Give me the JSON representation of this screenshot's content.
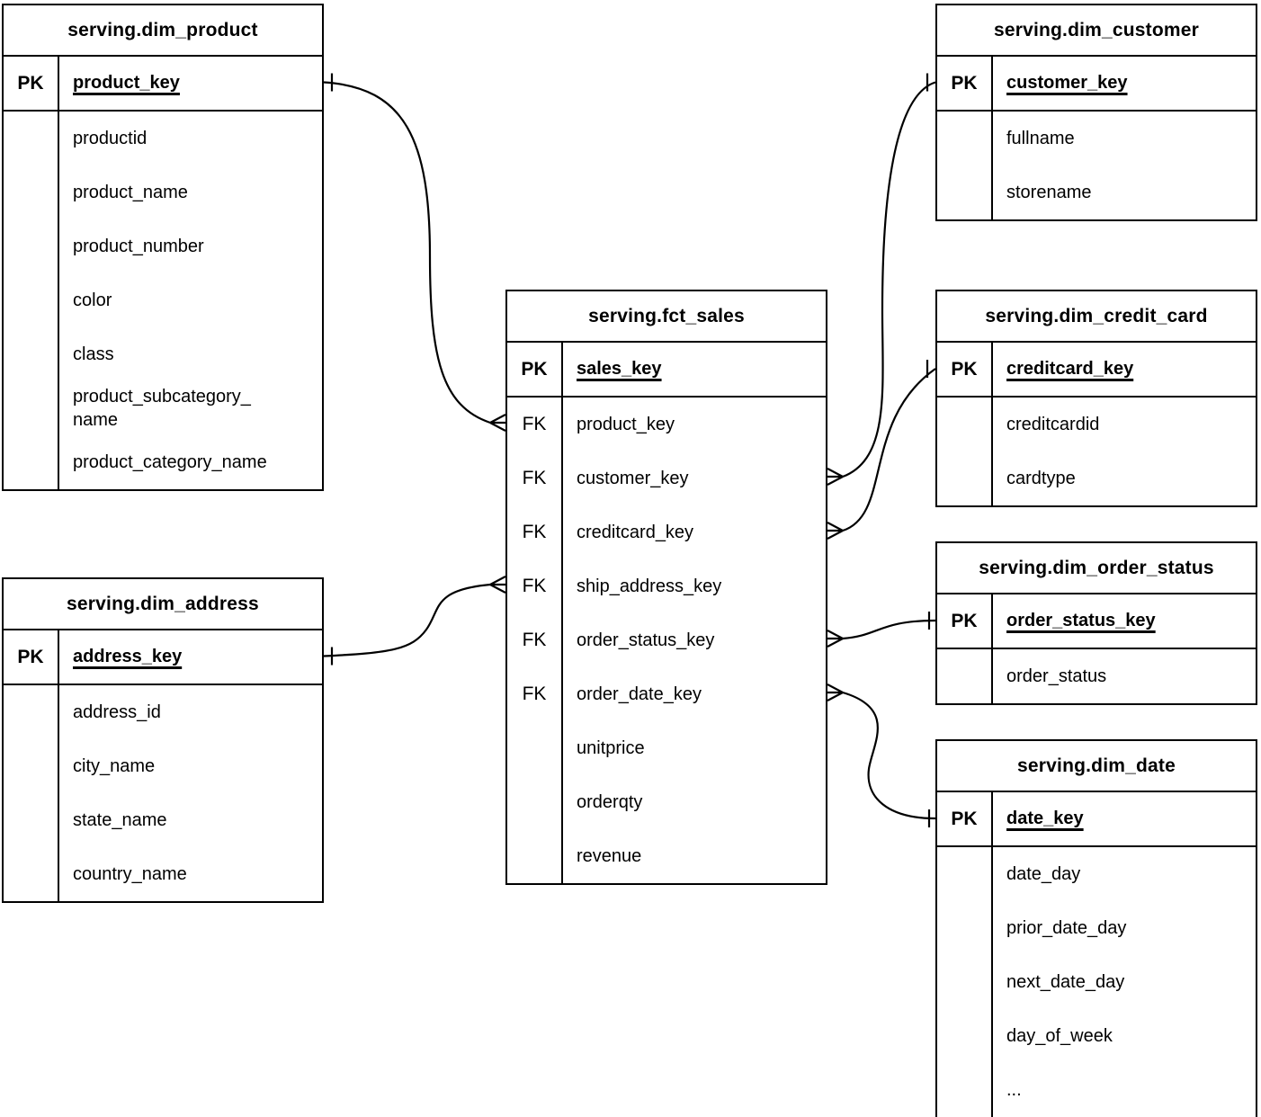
{
  "colors": {
    "line": "#000000",
    "text": "#000000",
    "background": "#ffffff"
  },
  "notation": {
    "one_marker": "single-tick",
    "many_marker": "crow-foot"
  },
  "tables": [
    {
      "id": "dim_product",
      "name": "serving.dim_product",
      "columns": [
        {
          "key": "PK",
          "name": "product_key",
          "pk": true
        },
        {
          "key": "",
          "name": "productid"
        },
        {
          "key": "",
          "name": "product_name"
        },
        {
          "key": "",
          "name": "product_number"
        },
        {
          "key": "",
          "name": "color"
        },
        {
          "key": "",
          "name": "class"
        },
        {
          "key": "",
          "name": "product_subcategory_\nname"
        },
        {
          "key": "",
          "name": "product_category_name"
        }
      ]
    },
    {
      "id": "dim_address",
      "name": "serving.dim_address",
      "columns": [
        {
          "key": "PK",
          "name": "address_key",
          "pk": true
        },
        {
          "key": "",
          "name": "address_id"
        },
        {
          "key": "",
          "name": "city_name"
        },
        {
          "key": "",
          "name": "state_name"
        },
        {
          "key": "",
          "name": "country_name"
        }
      ]
    },
    {
      "id": "fct_sales",
      "name": "serving.fct_sales",
      "columns": [
        {
          "key": "PK",
          "name": "sales_key",
          "pk": true
        },
        {
          "key": "FK",
          "name": "product_key"
        },
        {
          "key": "FK",
          "name": "customer_key"
        },
        {
          "key": "FK",
          "name": "creditcard_key"
        },
        {
          "key": "FK",
          "name": "ship_address_key"
        },
        {
          "key": "FK",
          "name": "order_status_key"
        },
        {
          "key": "FK",
          "name": "order_date_key"
        },
        {
          "key": "",
          "name": "unitprice"
        },
        {
          "key": "",
          "name": "orderqty"
        },
        {
          "key": "",
          "name": "revenue"
        }
      ]
    },
    {
      "id": "dim_customer",
      "name": "serving.dim_customer",
      "columns": [
        {
          "key": "PK",
          "name": "customer_key",
          "pk": true
        },
        {
          "key": "",
          "name": "fullname"
        },
        {
          "key": "",
          "name": "storename"
        }
      ]
    },
    {
      "id": "dim_credit_card",
      "name": "serving.dim_credit_card",
      "columns": [
        {
          "key": "PK",
          "name": "creditcard_key",
          "pk": true
        },
        {
          "key": "",
          "name": "creditcardid"
        },
        {
          "key": "",
          "name": "cardtype"
        }
      ]
    },
    {
      "id": "dim_order_status",
      "name": "serving.dim_order_status",
      "columns": [
        {
          "key": "PK",
          "name": "order_status_key",
          "pk": true
        },
        {
          "key": "",
          "name": "order_status"
        }
      ]
    },
    {
      "id": "dim_date",
      "name": "serving.dim_date",
      "columns": [
        {
          "key": "PK",
          "name": "date_key",
          "pk": true
        },
        {
          "key": "",
          "name": "date_day"
        },
        {
          "key": "",
          "name": "prior_date_day"
        },
        {
          "key": "",
          "name": "next_date_day"
        },
        {
          "key": "",
          "name": "day_of_week"
        },
        {
          "key": "",
          "name": "..."
        }
      ]
    }
  ],
  "relationships": [
    {
      "id": "product",
      "one": "serving.dim_product.product_key",
      "many": "serving.fct_sales.product_key"
    },
    {
      "id": "address",
      "one": "serving.dim_address.address_key",
      "many": "serving.fct_sales.ship_address_key"
    },
    {
      "id": "customer",
      "one": "serving.dim_customer.customer_key",
      "many": "serving.fct_sales.customer_key"
    },
    {
      "id": "creditcard",
      "one": "serving.dim_credit_card.creditcard_key",
      "many": "serving.fct_sales.creditcard_key"
    },
    {
      "id": "orderstatus",
      "one": "serving.dim_order_status.order_status_key",
      "many": "serving.fct_sales.order_status_key"
    },
    {
      "id": "orderdate",
      "one": "serving.dim_date.date_key",
      "many": "serving.fct_sales.order_date_key"
    }
  ]
}
